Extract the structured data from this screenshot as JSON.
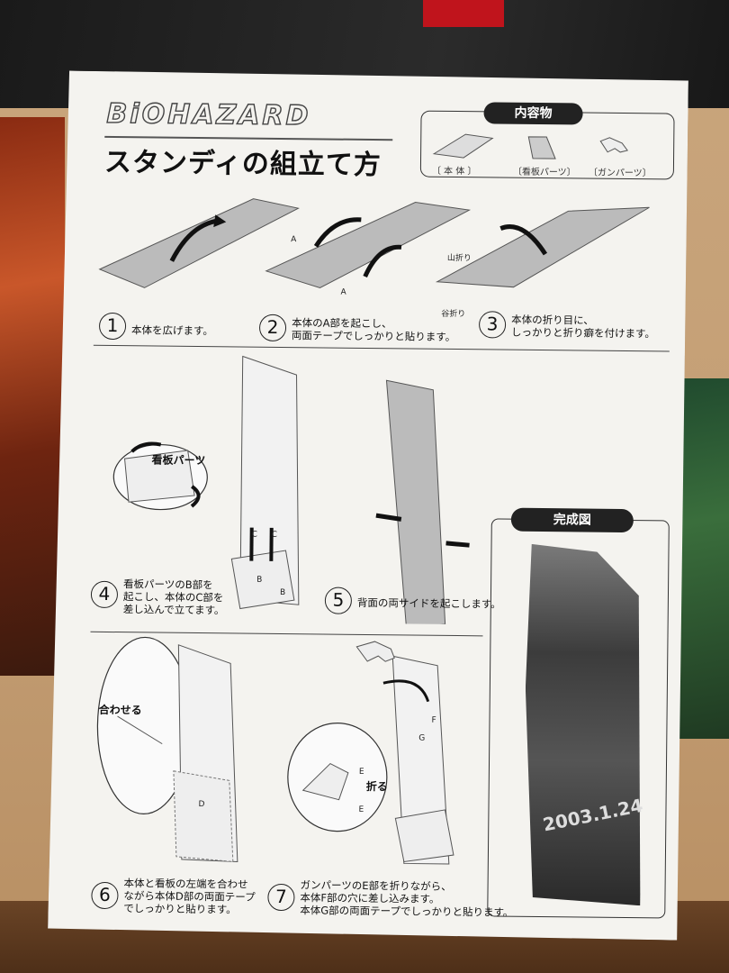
{
  "header": {
    "logo": "BiOHAZARD",
    "title": "スタンディの組立て方"
  },
  "contents": {
    "heading": "内容物",
    "items": [
      "〔 本 体 〕",
      "〔看板パーツ〕",
      "〔ガンパーツ〕"
    ]
  },
  "diagram_labels": {
    "a": "A",
    "mountain_fold": "山折り",
    "valley_fold": "谷折り",
    "sign_part": "看板パーツ",
    "align": "合わせる",
    "fold": "折る",
    "b": "B",
    "c": "C",
    "e": "E",
    "f": "F",
    "g": "G",
    "d": "D"
  },
  "steps": [
    {
      "num": "1",
      "lines": [
        "本体を広げます。"
      ]
    },
    {
      "num": "2",
      "lines": [
        "本体のA部を起こし、",
        "両面テープでしっかりと貼ります。"
      ]
    },
    {
      "num": "3",
      "lines": [
        "本体の折り目に、",
        "しっかりと折り癖を付けます。"
      ]
    },
    {
      "num": "4",
      "lines": [
        "看板パーツのB部を",
        "起こし、本体のC部を",
        "差し込んで立てます。"
      ]
    },
    {
      "num": "5",
      "lines": [
        "背面の両サイドを起こします。"
      ]
    },
    {
      "num": "6",
      "lines": [
        "本体と看板の左端を合わせ",
        "ながら本体D部の両面テープ",
        "でしっかりと貼ります。"
      ]
    },
    {
      "num": "7",
      "lines": [
        "ガンパーツのE部を折りながら、",
        "本体F部の穴に差し込みます。",
        "本体G部の両面テープでしっかりと貼ります。"
      ]
    }
  ],
  "complete": {
    "heading": "完成図",
    "poster_date": "2003.1.24"
  }
}
